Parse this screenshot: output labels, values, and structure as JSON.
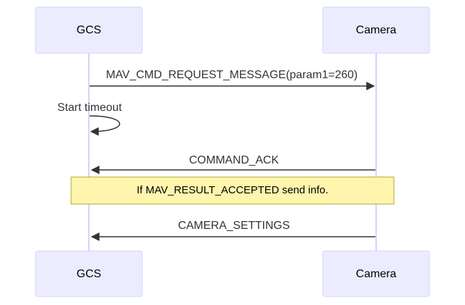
{
  "participants": [
    {
      "id": "gcs",
      "label": "GCS"
    },
    {
      "id": "camera",
      "label": "Camera"
    }
  ],
  "messages": [
    {
      "from": "gcs",
      "to": "camera",
      "label": "MAV_CMD_REQUEST_MESSAGE(param1=260)"
    },
    {
      "from": "gcs",
      "to": "gcs",
      "label": "Start timeout"
    },
    {
      "from": "camera",
      "to": "gcs",
      "label": "COMMAND_ACK"
    },
    {
      "from": "camera",
      "to": "gcs",
      "label": "CAMERA_SETTINGS"
    }
  ],
  "note": {
    "label": "If MAV_RESULT_ACCEPTED send info.",
    "over": [
      "gcs",
      "camera"
    ]
  },
  "colors": {
    "actor_fill": "#ececff",
    "actor_border": "#d3d3f5",
    "lifeline": "#c7c7f0",
    "arrow": "#333333",
    "note_fill": "#fff5ad",
    "note_border": "#aaaa33"
  }
}
